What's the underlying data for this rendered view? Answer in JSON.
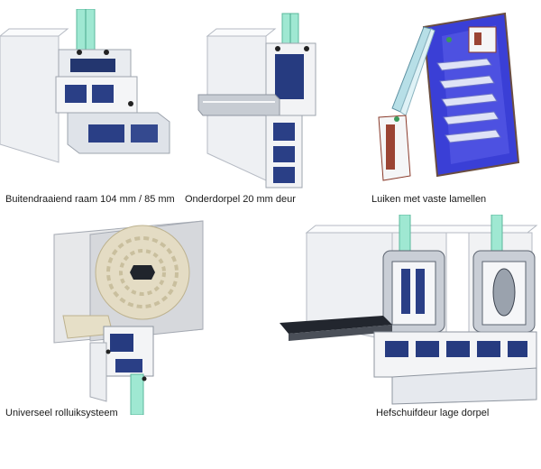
{
  "figures": [
    {
      "caption": "Buitendraaiend raam 104 mm / 85 mm"
    },
    {
      "caption": "Onderdorpel 20 mm deur"
    },
    {
      "caption": "Luiken met vaste lamellen"
    },
    {
      "caption": "Universeel rolluiksysteem"
    },
    {
      "caption": "Hefschuifdeur lage dorpel"
    }
  ],
  "colors": {
    "pvc": "#f2f3f5",
    "pvc_shade": "#c9ced6",
    "glass": "#7fe0c4",
    "chamber": "#2a3f86",
    "shutter_blue": "#3a3fd6",
    "frame_brown": "#8a3a2a",
    "roll": "#e4dcc4",
    "sill": "#22262e"
  }
}
